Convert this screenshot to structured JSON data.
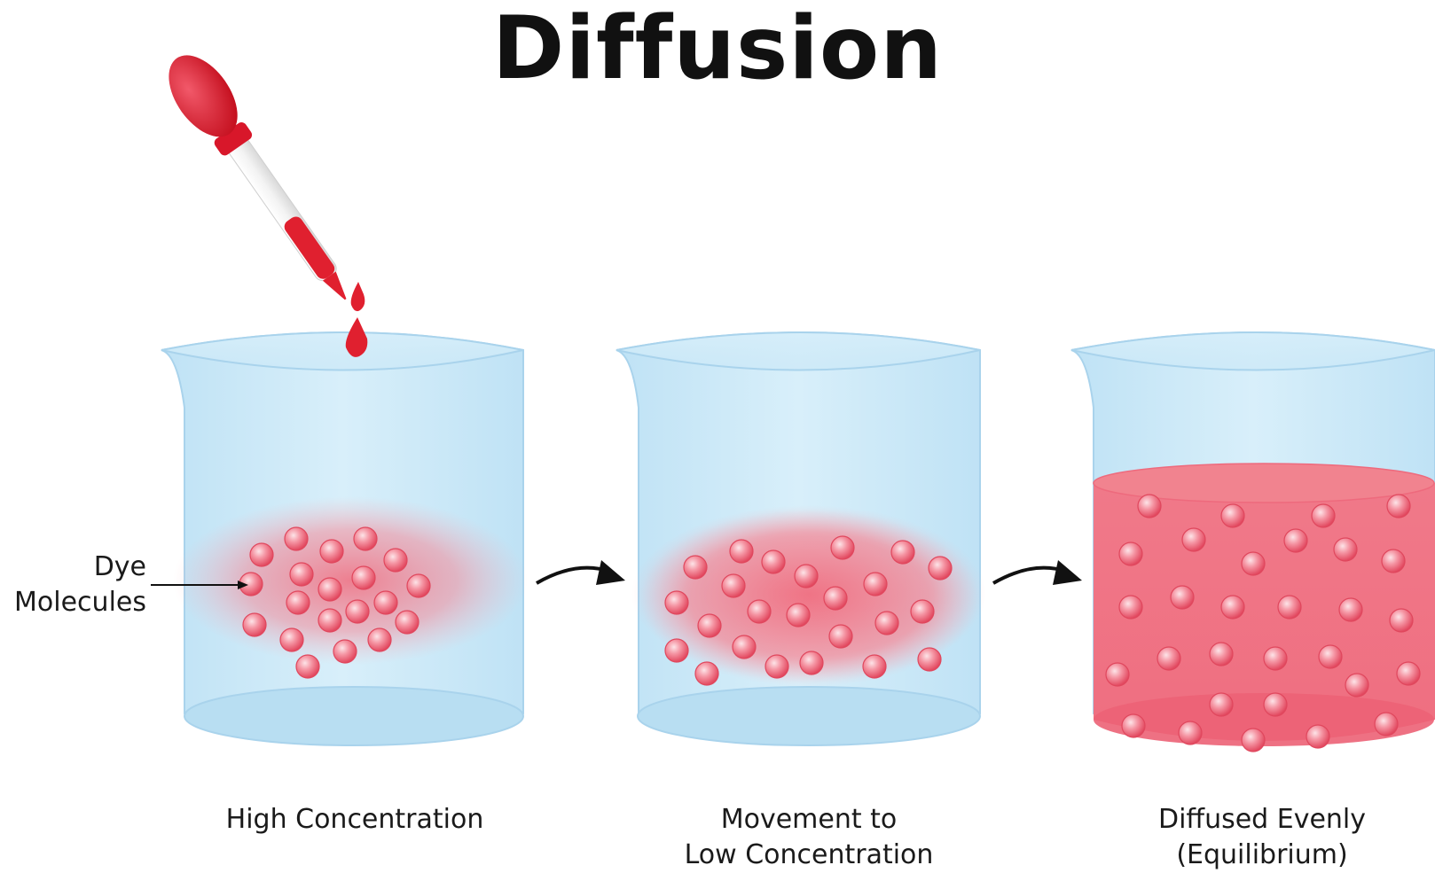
{
  "title": "Diffusion",
  "labels": {
    "dye_line1": "Dye",
    "dye_line2": "Molecules"
  },
  "stages": [
    {
      "line1": "High Concentration",
      "line2": ""
    },
    {
      "line1": "Movement to",
      "line2": "Low Concentration"
    },
    {
      "line1": "Diffused Evenly",
      "line2": "(Equilibrium)"
    }
  ],
  "colors": {
    "water": "#cfe9f7",
    "glass_edge": "#a9d3ec",
    "dye": "#ee4b63",
    "dropper_red": "#e0202f"
  }
}
